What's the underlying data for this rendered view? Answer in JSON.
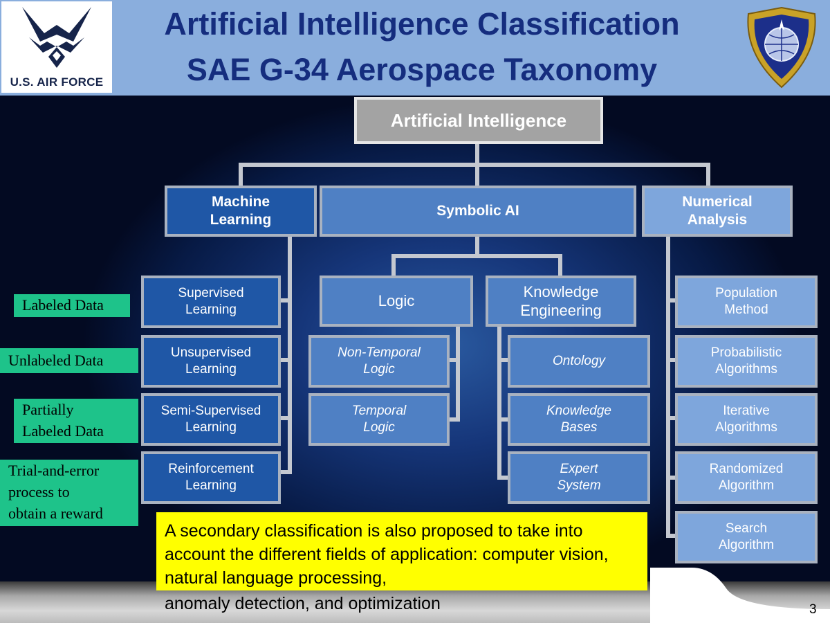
{
  "header": {
    "logo_text": "U.S. AIR FORCE",
    "title_line1": "Artificial Intelligence Classification",
    "title_line2": "SAE G-34 Aerospace Taxonomy"
  },
  "diagram": {
    "root": "Artificial Intelligence",
    "categories": [
      {
        "label": "Machine\nLearning",
        "children": [
          "Supervised\nLearning",
          "Unsupervised\nLearning",
          "Semi-Supervised\nLearning",
          "Reinforcement\nLearning"
        ]
      },
      {
        "label": "Symbolic AI",
        "subgroups": [
          {
            "label": "Logic",
            "children": [
              "Non-Temporal\nLogic",
              "Temporal\nLogic"
            ]
          },
          {
            "label": "Knowledge\nEngineering",
            "children": [
              "Ontology",
              "Knowledge\nBases",
              "Expert\nSystem"
            ]
          }
        ]
      },
      {
        "label": "Numerical\nAnalysis",
        "children": [
          "Population\nMethod",
          "Probabilistic\nAlgorithms",
          "Iterative\nAlgorithms",
          "Randomized\nAlgorithm",
          "Search\nAlgorithm"
        ]
      }
    ]
  },
  "annotations": {
    "labeled": "Labeled Data",
    "unlabeled": "Unlabeled Data",
    "partial": "Partially\nLabeled Data",
    "trial": "Trial-and-error\nprocess to\nobtain a reward"
  },
  "note": {
    "text": "A secondary classification is also proposed to take into account the different fields of application: computer vision, natural language processing,",
    "overflow": "anomaly detection, and optimization"
  },
  "page_number": "3",
  "colors": {
    "header_bg": "#8aaedd",
    "title": "#152d7e",
    "ml_boxes": "#1f57a6",
    "symbolic_boxes": "#4f80c4",
    "numerical_boxes": "#7ea6dc",
    "annotation_green": "#1ec38a",
    "note_yellow": "#ffff00"
  }
}
